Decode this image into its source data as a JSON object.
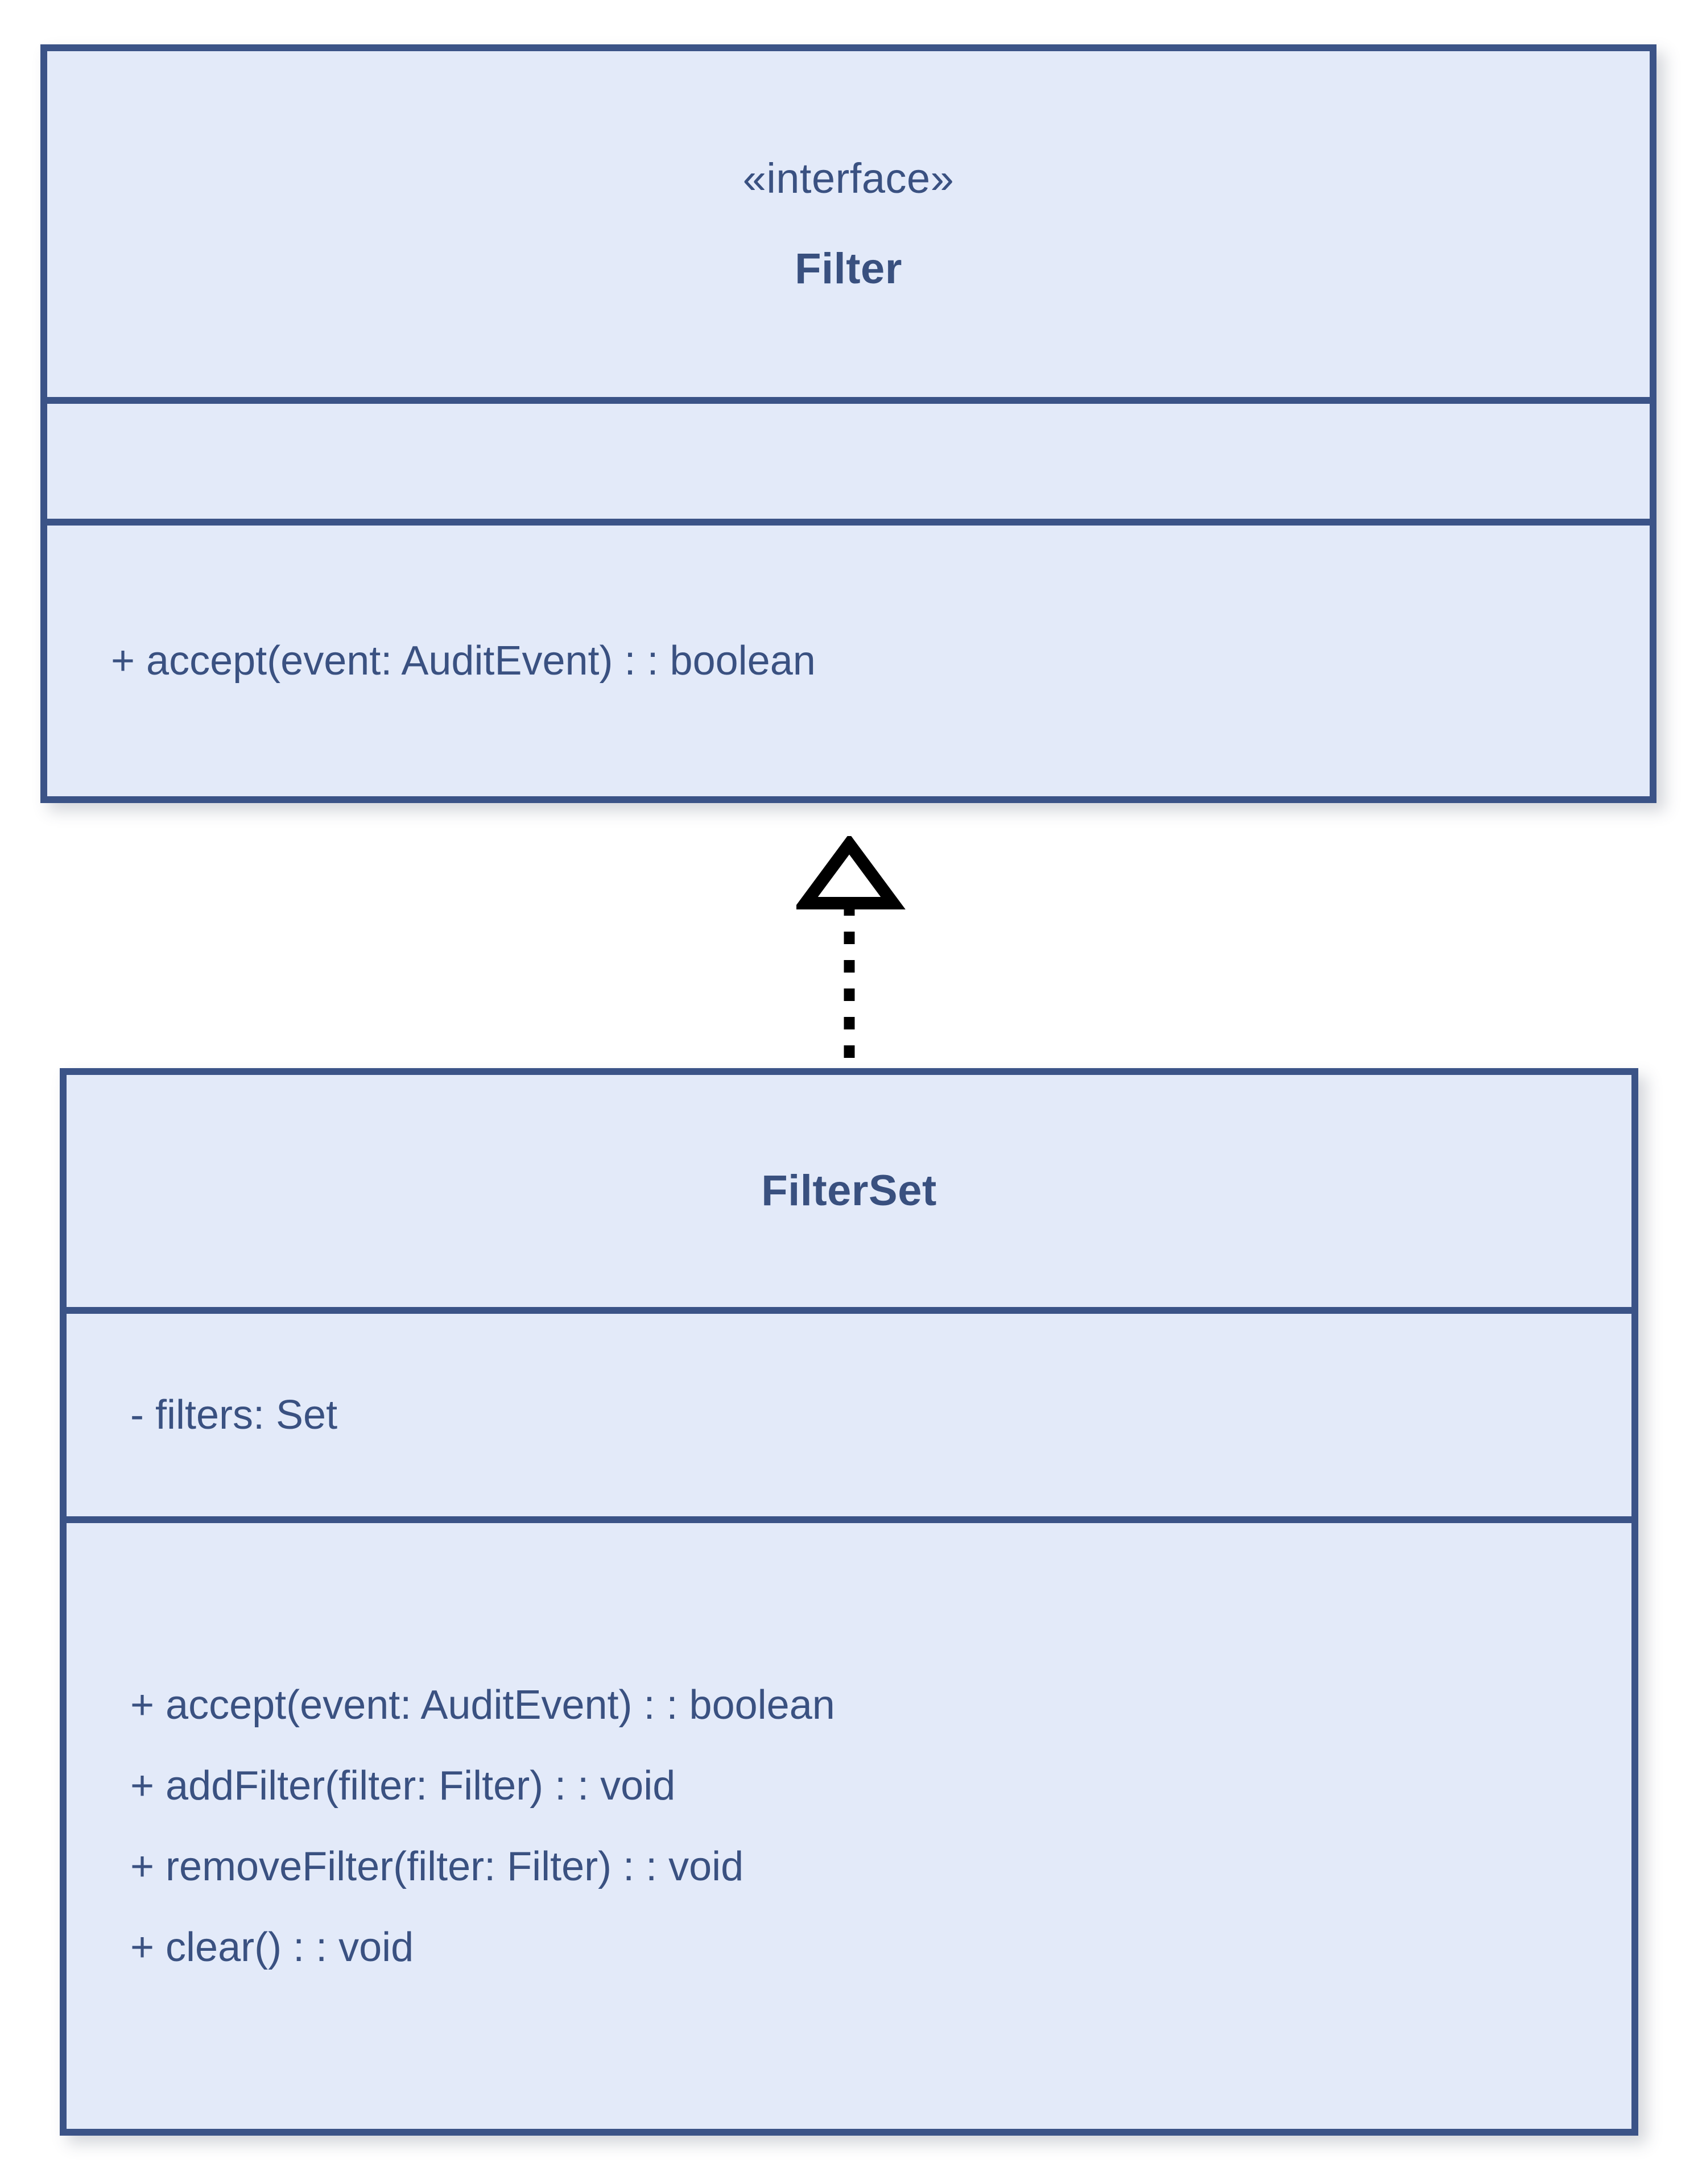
{
  "diagram": {
    "type": "uml-class-diagram",
    "background_color": "#ffffff",
    "classes": [
      {
        "id": "filter",
        "stereotype": "«interface»",
        "name": "Filter",
        "attributes": [],
        "operations": [
          "+ accept(event: AuditEvent) : : boolean"
        ]
      },
      {
        "id": "filterset",
        "stereotype": "",
        "name": "FilterSet",
        "attributes": [
          "- filters: Set"
        ],
        "operations": [
          "+ accept(event: AuditEvent) : : boolean",
          "+ addFilter(filter: Filter) : : void",
          "+ removeFilter(filter: Filter) : : void",
          "+ clear() : : void"
        ]
      }
    ],
    "relationships": [
      {
        "id": "filterset-realizes-filter",
        "kind": "realization",
        "source": "FilterSet",
        "target": "Filter",
        "line_style": "dotted",
        "arrowhead": "hollow-triangle",
        "label": ""
      }
    ],
    "colors": {
      "box_fill": "#e3eaf9",
      "box_border": "#3b5387",
      "text": "#3a5181",
      "title_text": "#39507f",
      "connector": "#000000"
    }
  }
}
